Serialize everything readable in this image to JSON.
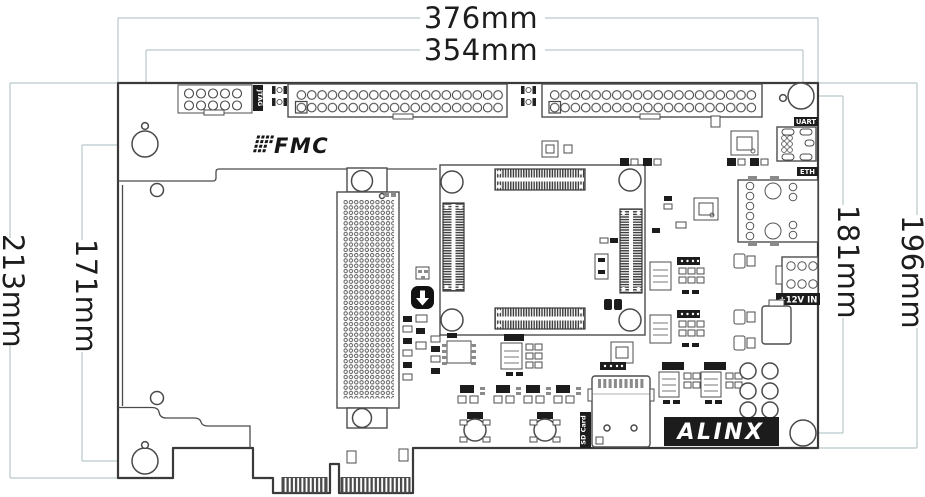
{
  "dimensions": {
    "top_outer": {
      "label": "376mm"
    },
    "top_inner": {
      "label": "354mm"
    },
    "left_outer": {
      "label": "213mm"
    },
    "left_inner": {
      "label": "171mm"
    },
    "right_inner": {
      "label": "181mm"
    },
    "right_outer": {
      "label": "196mm"
    }
  },
  "board": {
    "silkscreen_logo": "FMC",
    "jtag_label": "JTAG",
    "uart_label": "UART",
    "eth_label": "ETH",
    "power_input_label": "+12V IN",
    "sd_card_label": "SD Card",
    "brand": "ALINX"
  },
  "colors": {
    "dimension_line": "#b9c7c9",
    "board_outline": "#3a3a3a",
    "label_background": "#1c1c1c",
    "label_text": "#ffffff"
  }
}
